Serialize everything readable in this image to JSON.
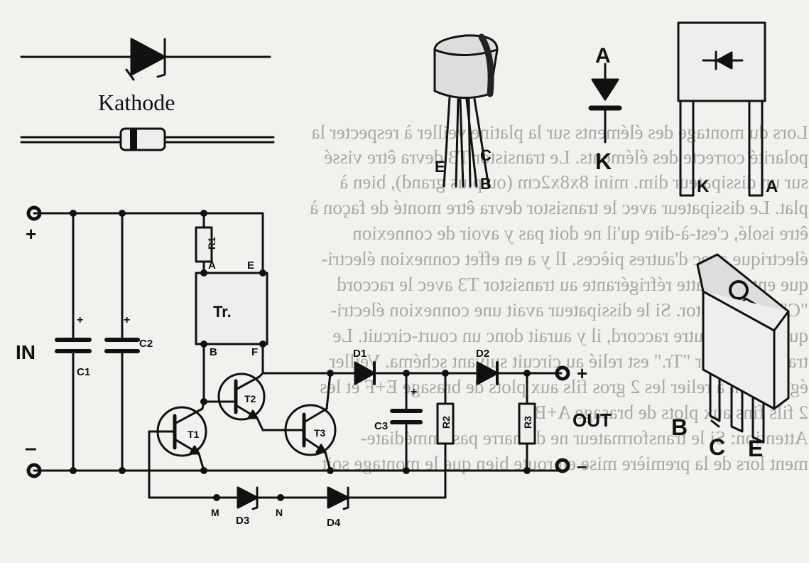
{
  "kathode_label": "Kathode",
  "pins": {
    "to92": [
      "E",
      "C",
      "B"
    ],
    "diode_symbol": [
      "A",
      "K"
    ],
    "diode_package": [
      "K",
      "A"
    ],
    "to220": [
      "B",
      "C",
      "E"
    ]
  },
  "circuit": {
    "in_label": "IN",
    "out_label": "OUT",
    "plus": "+",
    "minus": "–",
    "transformer": "Tr.",
    "transformer_pins": [
      "A",
      "E",
      "B",
      "F"
    ],
    "resistors": [
      "R1",
      "R2",
      "R3"
    ],
    "capacitors": [
      "C1",
      "C2",
      "C3"
    ],
    "transistors": [
      "T1",
      "T2",
      "T3"
    ],
    "diodes": [
      "D1",
      "D2",
      "D3",
      "D4"
    ],
    "nodes": [
      "M",
      "N"
    ]
  },
  "bleed_through_text": [
    "Lors du montage des éléments sur la platine veiller à respecter la",
    "polarité correcte des éléments. Le transistor T3 devra être vissé",
    "sur un dissipateur dim. mini 8x8x2cm (ou plus grand), bien à",
    "plat. Le dissipateur avec le transistor devra être monté de façon à",
    "être isolé, c'est-à-dire qu'il ne doit pas y avoir de connexion",
    "électrique avec d'autres pièces. Il y a en effet connexion électri-",
    "que entre la patte réfrigérante au transistor T3 avec le raccord",
    "\"C\" du transistor. Si le dissipateur avait une connexion électri-",
    "que avec un autre raccord, il y aurait donc un court-circuit. Le",
    "transformateur \"Tr.\" est relié au circuit suivant schéma. Veiller",
    "également à relier les 2 gros fils aux plots de brasage E+F et les",
    "2 fils fins aux plots de brasage A+B.",
    "Attention: Si le transformateur ne démarre pas immédiate-",
    "ment lors de la première mise en route bien que le montage soit"
  ]
}
